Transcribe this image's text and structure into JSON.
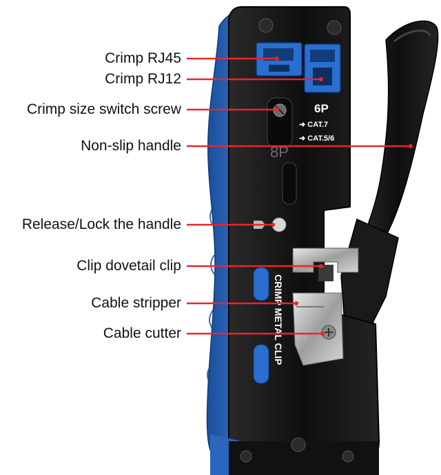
{
  "labels": {
    "crimp_rj45": "Crimp RJ45",
    "crimp_rj12": "Crimp RJ12",
    "size_switch": "Crimp size switch screw",
    "non_slip": "Non-slip handle",
    "release_lock": "Release/Lock the handle",
    "dovetail": "Clip dovetail clip",
    "stripper": "Cable stripper",
    "cutter": "Cable cutter"
  },
  "tool": {
    "mark_6p": "6P",
    "mark_cat7": "➜ CAT.7",
    "mark_cat56": "➜ CAT.5/6",
    "mark_8p": "8P",
    "vertical_text": "CRIMP METAL CLIP"
  },
  "colors": {
    "accent": "#e8262b",
    "tool_blue": "#2f6fc8",
    "tool_black": "#141414"
  }
}
